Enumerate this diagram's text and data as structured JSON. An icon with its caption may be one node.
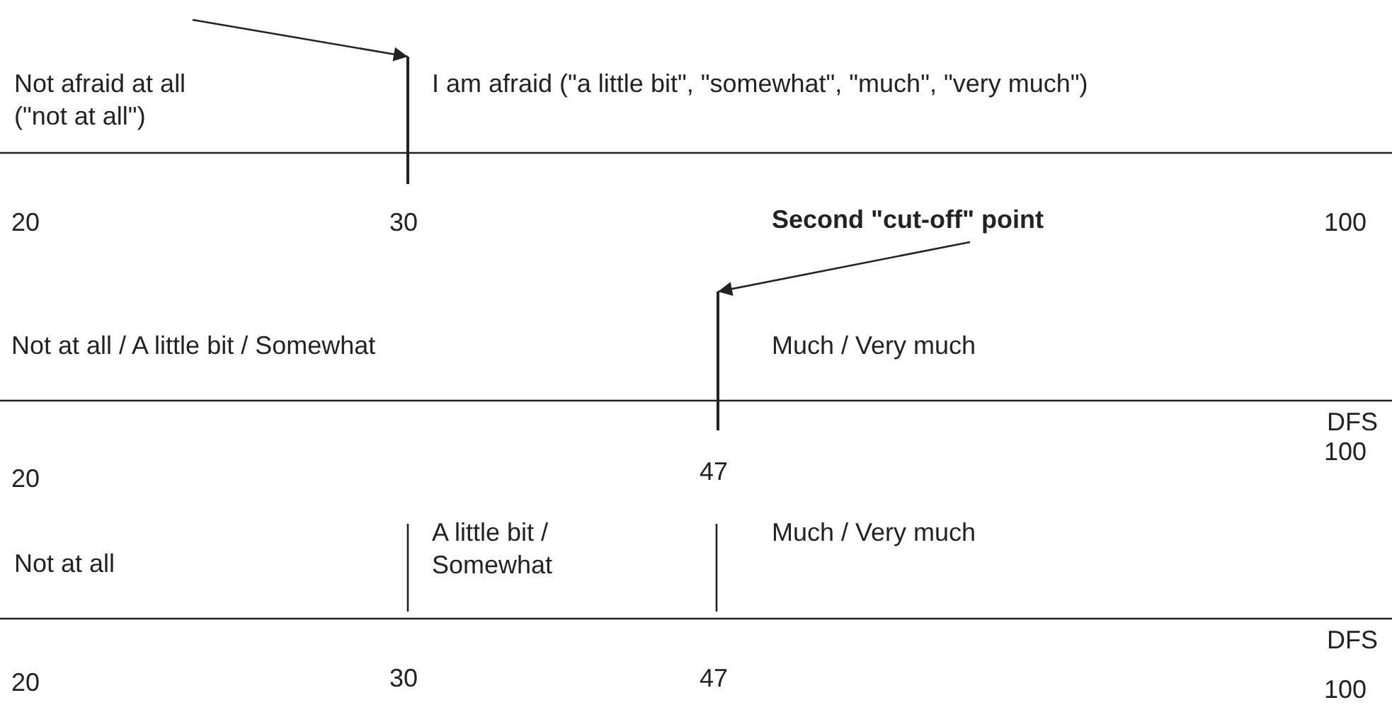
{
  "diagram": {
    "nodes": [
      {
        "text": [],
        "shape": "line"
      },
      {
        "text": [
          "Second \"cut-off\" point"
        ]
      },
      {
        "text": [],
        "shape": "line"
      }
    ],
    "edges": [
      {
        "from": null,
        "to": 0,
        "arrow": "to"
      },
      {
        "from": 1,
        "to": 2,
        "arrow": "to"
      }
    ],
    "labels": [
      "Not afraid at all (\"not at all\")",
      "I am afraid (\"a little bit\", \"somewhat\", \"much\", \"very much\")",
      "20",
      "30",
      "100",
      "Not at all / A little bit / Somewhat",
      "Much / Very much",
      "DFS",
      "20",
      "47",
      "100",
      "Not at all",
      "A little bit / Somewhat",
      "Much / Very much",
      "DFS",
      "20",
      "30",
      "47",
      "100"
    ]
  }
}
